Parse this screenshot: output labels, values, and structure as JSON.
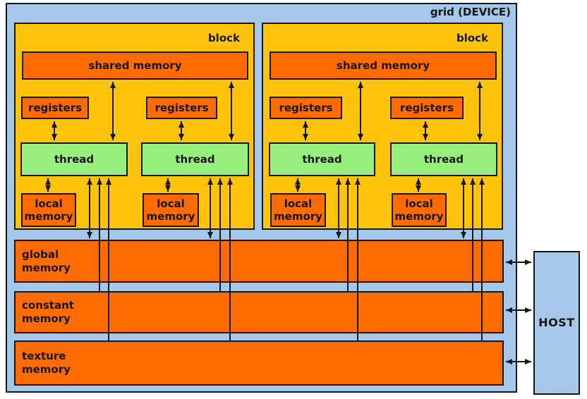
{
  "title": "grid (DEVICE)",
  "host": {
    "label": "HOST"
  },
  "blocks": [
    {
      "label": "block",
      "shared_memory": "shared memory",
      "units": [
        {
          "registers": "registers",
          "thread": "thread",
          "local_memory": "local memory"
        },
        {
          "registers": "registers",
          "thread": "thread",
          "local_memory": "local memory"
        }
      ]
    },
    {
      "label": "block",
      "shared_memory": "shared memory",
      "units": [
        {
          "registers": "registers",
          "thread": "thread",
          "local_memory": "local memory"
        },
        {
          "registers": "registers",
          "thread": "thread",
          "local_memory": "local memory"
        }
      ]
    }
  ],
  "device_memories": [
    {
      "label": "global memory"
    },
    {
      "label": "constant memory"
    },
    {
      "label": "texture memory"
    }
  ],
  "colors": {
    "device_background": "#a5c7e9",
    "block_background": "#ffc40a",
    "memory_background": "#ff6b00",
    "thread_background": "#97ef7e",
    "host_background": "#a5c7e9",
    "border": "#161616",
    "arrow": "#161616",
    "page_background": "#ffffff"
  }
}
